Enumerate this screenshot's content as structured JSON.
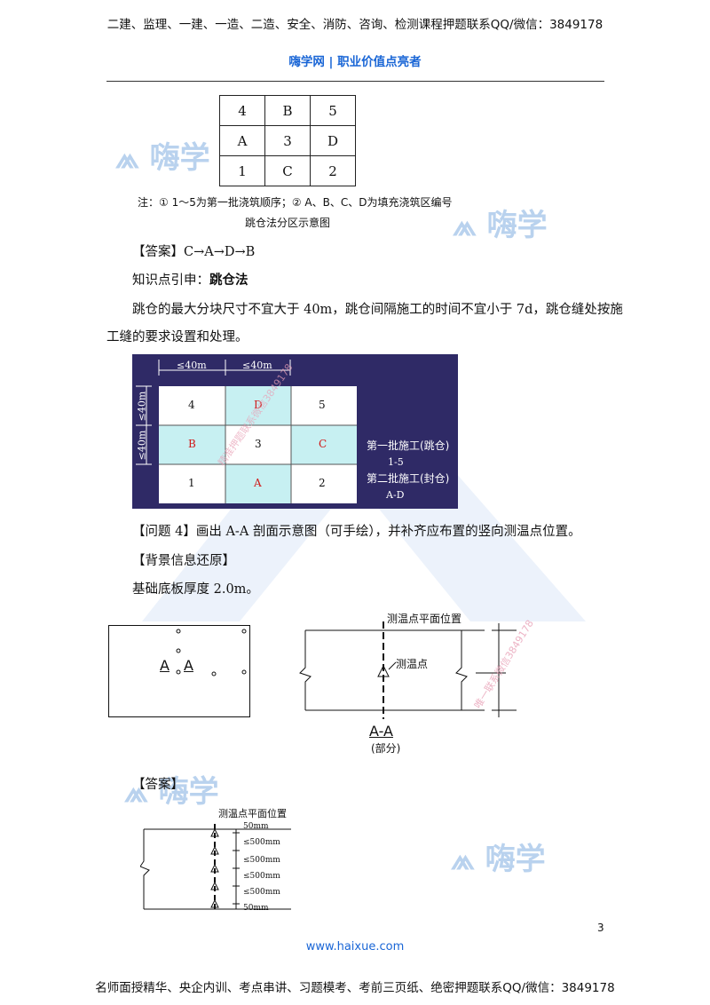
{
  "header": {
    "banner": "二建、监理、一建、一造、二造、安全、消防、咨询、检测课程押题联系QQ/微信：3849178",
    "brand": "嗨学网 | 职业价值点亮者"
  },
  "grid_table": [
    [
      "4",
      "B",
      "5"
    ],
    [
      "A",
      "3",
      "D"
    ],
    [
      "1",
      "C",
      "2"
    ]
  ],
  "note": "注：① 1～5为第一批浇筑顺序；② A、B、C、D为填充浇筑区编号",
  "caption": "跳仓法分区示意图",
  "answer1": "【答案】C→A→D→B",
  "knowledge_prefix": "知识点引申：",
  "knowledge_bold": "跳仓法",
  "para1": "跳仓的最大分块尺寸不宜大于 40m，跳仓间隔施工的时间不宜小于 7d，跳仓缝处按施",
  "para1b": "工缝的要求设置和处理。",
  "photo": {
    "dim_top": [
      "≤40m",
      "≤40m"
    ],
    "dim_left": [
      "≤40m",
      "≤40m"
    ],
    "cells": [
      [
        "4",
        "D",
        "5"
      ],
      [
        "B",
        "3",
        "C"
      ],
      [
        "1",
        "A",
        "2"
      ]
    ],
    "legend": [
      "第一批施工(跳仓)",
      "1-5",
      "第二批施工(封仓)",
      "A-D"
    ],
    "watermark": "精准押题联系微信3849178"
  },
  "question4": "【问题 4】画出 A-A 剖面示意图（可手绘），并补齐应布置的竖向测温点位置。",
  "background": "【背景信息还原】",
  "para2": "基础底板厚度 2.0m。",
  "diagram1": {
    "section_label": "A",
    "section_label2": "A"
  },
  "diagram2": {
    "top_label": "测温点平面位置",
    "point_label": "测温点",
    "section": "A-A",
    "part": "(部分)",
    "watermark": "唯一联系微信3849178"
  },
  "answer2": "【答案】",
  "diagram3": {
    "top_label": "测温点平面位置",
    "dims": [
      "50mm",
      "≤500mm",
      "≤500mm",
      "≤500mm",
      "≤500mm",
      "50mm"
    ]
  },
  "watermark_text": "嗨学",
  "footer": {
    "page_number": "3",
    "url": "www.haixue.com",
    "banner": "名师面授精华、央企内训、考点串讲、习题模考、考前三页纸、绝密押题联系QQ/微信：3849178"
  }
}
